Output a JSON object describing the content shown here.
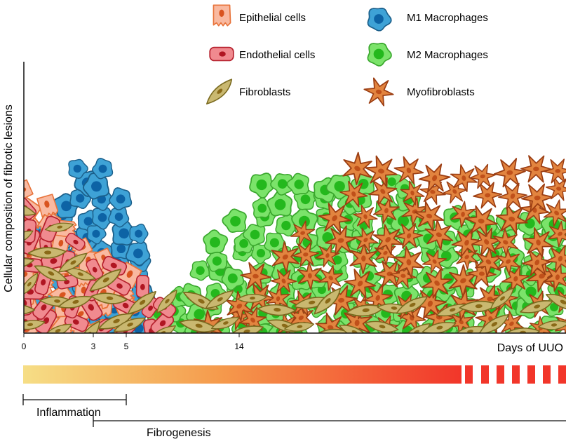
{
  "legend": [
    {
      "id": "epithelial",
      "label": "Epithelial cells",
      "fill": "#f9b9a0",
      "stroke": "#e8733a",
      "nucleus": "#d9541f"
    },
    {
      "id": "endothelial",
      "label": "Endothelial cells",
      "fill": "#f08a8f",
      "stroke": "#b5202d",
      "nucleus": "#b01622"
    },
    {
      "id": "fibroblast",
      "label": "Fibroblasts",
      "fill": "#c9b870",
      "stroke": "#7a6a1f",
      "nucleus": "#8a6a18"
    },
    {
      "id": "m1",
      "label": "M1 Macrophages",
      "fill": "#3ea2d6",
      "stroke": "#1b5f8a",
      "nucleus": "#0d63a5"
    },
    {
      "id": "m2",
      "label": "M2 Macrophages",
      "fill": "#7be36a",
      "stroke": "#3aa72d",
      "nucleus": "#24b81d"
    },
    {
      "id": "myofibroblast",
      "label": "Myofibroblasts",
      "fill": "#e2843f",
      "stroke": "#9b3d12",
      "nucleus": "#c0501a"
    }
  ],
  "axes": {
    "y_label": "Cellular composition of fibrotic lesions",
    "x_label": "Days of UUO",
    "ticks": [
      "0",
      "3",
      "5",
      "14"
    ]
  },
  "phases": [
    {
      "id": "inflammation",
      "label": "Inflammation"
    },
    {
      "id": "fibrogenesis",
      "label": "Fibrogenesis"
    }
  ],
  "colors": {
    "gradient_start": "#f6de86",
    "gradient_mid": "#f59a4c",
    "gradient_end": "#f2362a",
    "axis": "#111111"
  }
}
